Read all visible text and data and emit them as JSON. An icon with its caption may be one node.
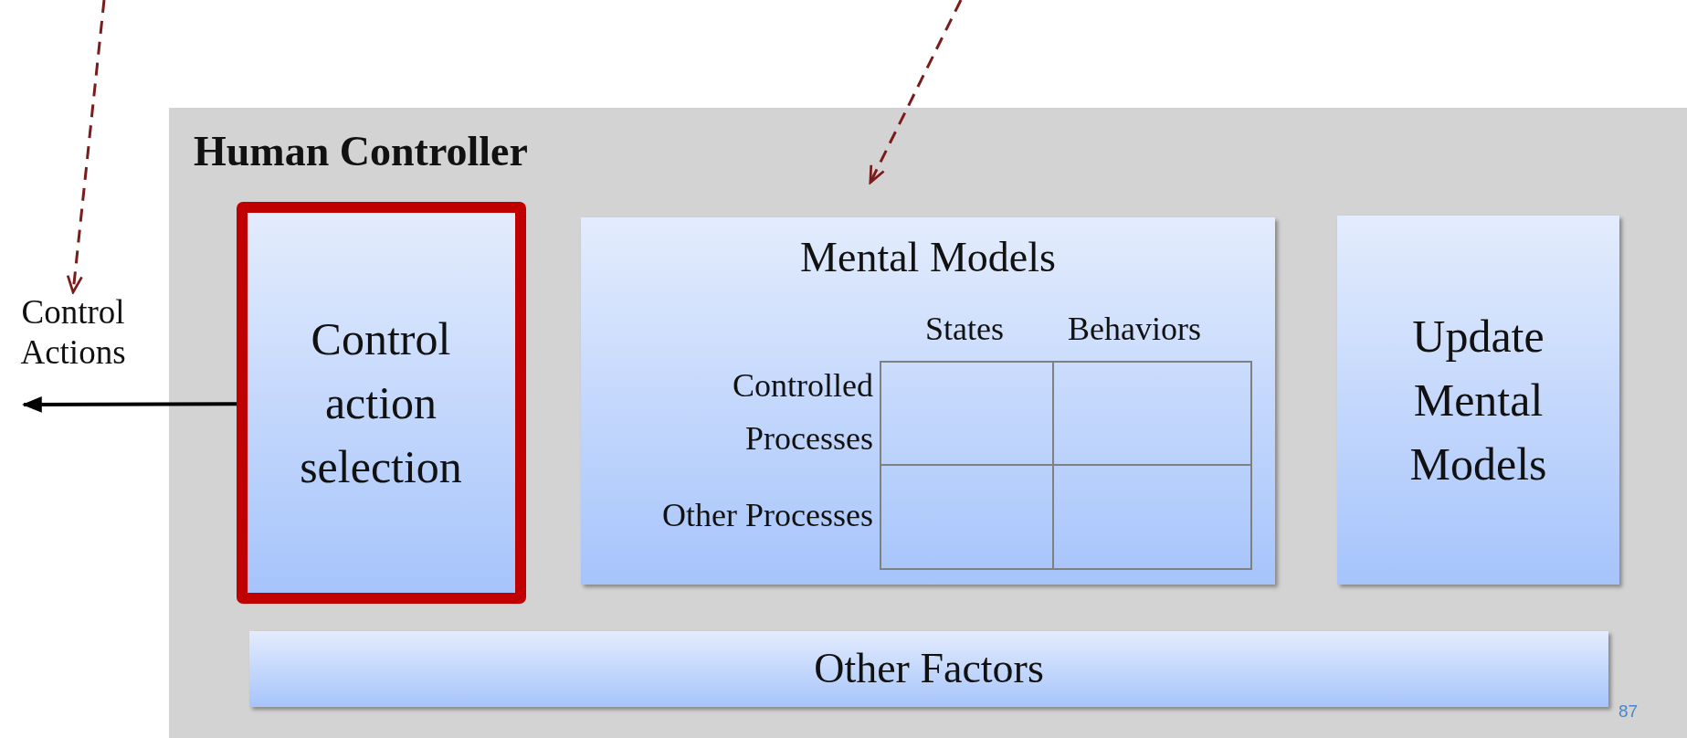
{
  "diagram": {
    "nodes": [
      {
        "text": [
          "Human Controller"
        ]
      },
      {
        "text": [
          "Control action selection"
        ],
        "in": 0
      },
      {
        "text": [
          "Mental Models",
          "States",
          "Behaviors",
          "Controlled Processes",
          "Other Processes"
        ],
        "in": 0
      },
      {
        "text": [
          "Update Mental Models"
        ],
        "in": 0
      },
      {
        "text": [
          "Other Factors"
        ],
        "in": 0
      },
      {
        "text": [
          "Control Actions"
        ]
      }
    ],
    "edges": [
      {
        "from": 1,
        "to": 5,
        "arrow": "to",
        "color": "#000000"
      },
      {
        "from": null,
        "to": 5,
        "arrow": "to",
        "style": "dashed",
        "color": "#7a1c1c"
      },
      {
        "from": null,
        "to": 0,
        "arrow": "to",
        "style": "dashed",
        "color": "#7a1c1c"
      }
    ],
    "labels": [
      "87"
    ]
  }
}
